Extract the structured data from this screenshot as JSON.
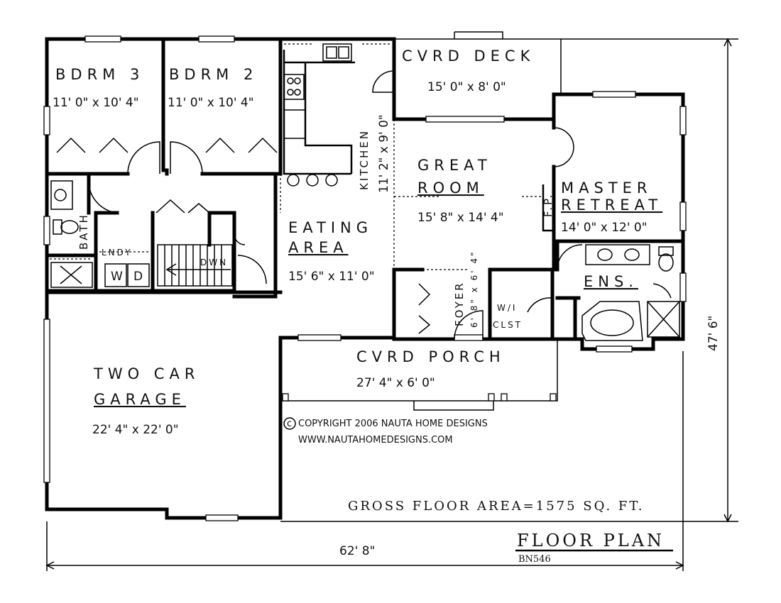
{
  "rooms": {
    "bdrm3": {
      "name": "BDRM 3",
      "dims": "11' 0\" x 10' 4\""
    },
    "bdrm2": {
      "name": "BDRM 2",
      "dims": "11' 0\" x 10' 4\""
    },
    "kitchen": {
      "name": "KITCHEN",
      "dims": "11' 2\" x 9' 0\""
    },
    "cvrd_deck": {
      "name": "CVRD DECK",
      "dims": "15' 0\" x 8' 0\""
    },
    "great_room": {
      "name_line1": "GREAT",
      "name_line2": "ROOM",
      "dims": "15' 8\" x 14' 4\""
    },
    "master": {
      "name_line1": "MASTER",
      "name_line2": "RETREAT",
      "dims": "14' 0\" x 12' 0\""
    },
    "bath": {
      "name": "BATH"
    },
    "lndy": {
      "name": "LNDY"
    },
    "eating": {
      "name_line1": "EATING",
      "name_line2": "AREA",
      "dims": "15' 6\" x 11' 0\""
    },
    "foyer": {
      "name": "FOYER",
      "dims": "6' 8\" x 6' 4\""
    },
    "wic": {
      "name_line1": "W/I",
      "name_line2": "CLST"
    },
    "ens": {
      "name": "ENS."
    },
    "garage": {
      "name_line1": "TWO CAR",
      "name_line2": "GARAGE",
      "dims": "22' 4\" x 22' 0\""
    },
    "cvrd_porch": {
      "name": "CVRD PORCH",
      "dims": "27' 4\" x 6' 0\""
    }
  },
  "fixtures": {
    "washer": "W",
    "dryer": "D",
    "stair": "DWN",
    "fireplace": "F.P."
  },
  "copyright": {
    "line1": "COPYRIGHT 2006 NAUTA HOME DESIGNS",
    "line2": "WWW.NAUTAHOMEDESIGNS.COM"
  },
  "summary": {
    "gross_area": "GROSS FLOOR AREA=1575 SQ. FT.",
    "overall_width": "62' 8\"",
    "overall_depth": "47' 6\""
  },
  "title_block": {
    "title": "FLOOR PLAN",
    "plan_number": "BN546"
  }
}
